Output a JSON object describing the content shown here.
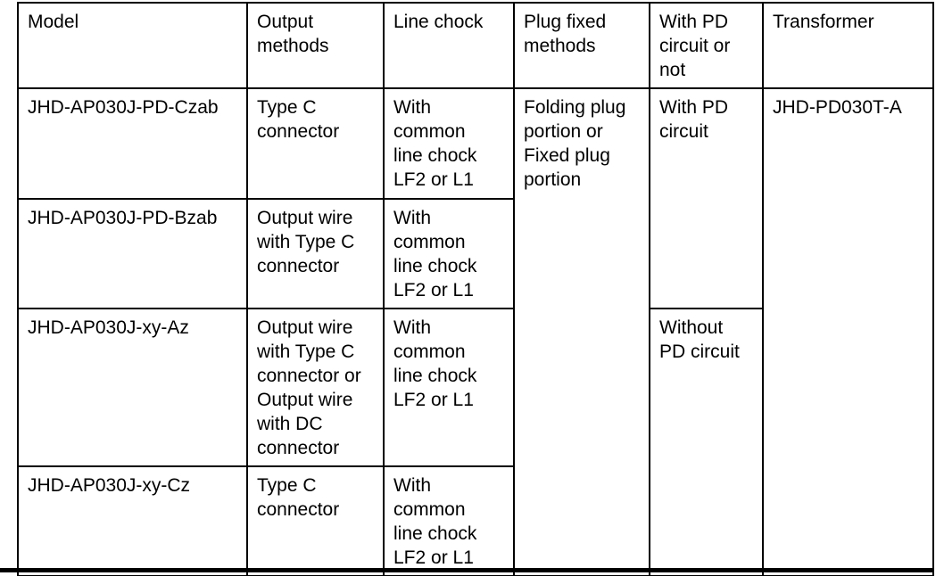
{
  "colors": {
    "background": "#ffffff",
    "text": "#000000",
    "border": "#000000"
  },
  "table": {
    "headers": {
      "model": "Model",
      "output_methods": "Output\nmethods",
      "line_chock": "Line chock",
      "plug_fixed_methods": "Plug fixed\nmethods",
      "pd_circuit": "With PD\ncircuit or\nnot",
      "transformer": "Transformer"
    },
    "rows": [
      {
        "model": "JHD-AP030J-PD-Czab",
        "output_methods": "Type C\nconnector",
        "line_chock": "With\ncommon\nline chock\nLF2 or L1"
      },
      {
        "model": "JHD-AP030J-PD-Bzab",
        "output_methods": "Output wire\nwith Type C\nconnector",
        "line_chock": "With\ncommon\nline chock\nLF2 or L1"
      },
      {
        "model": "JHD-AP030J-xy-Az",
        "output_methods": "Output wire\nwith Type C\nconnector or\nOutput wire\nwith DC\nconnector",
        "line_chock": "With\ncommon\nline chock\nLF2 or L1"
      },
      {
        "model": "JHD-AP030J-xy-Cz",
        "output_methods": "Type C\nconnector",
        "line_chock": "With\ncommon\nline chock\nLF2 or L1"
      }
    ],
    "merged": {
      "plug_fixed_methods": "Folding plug\nportion or\nFixed plug\nportion",
      "with_pd_circuit": "With PD\ncircuit",
      "without_pd_circuit": "Without\nPD circuit",
      "transformer": "JHD-PD030T-A"
    }
  }
}
